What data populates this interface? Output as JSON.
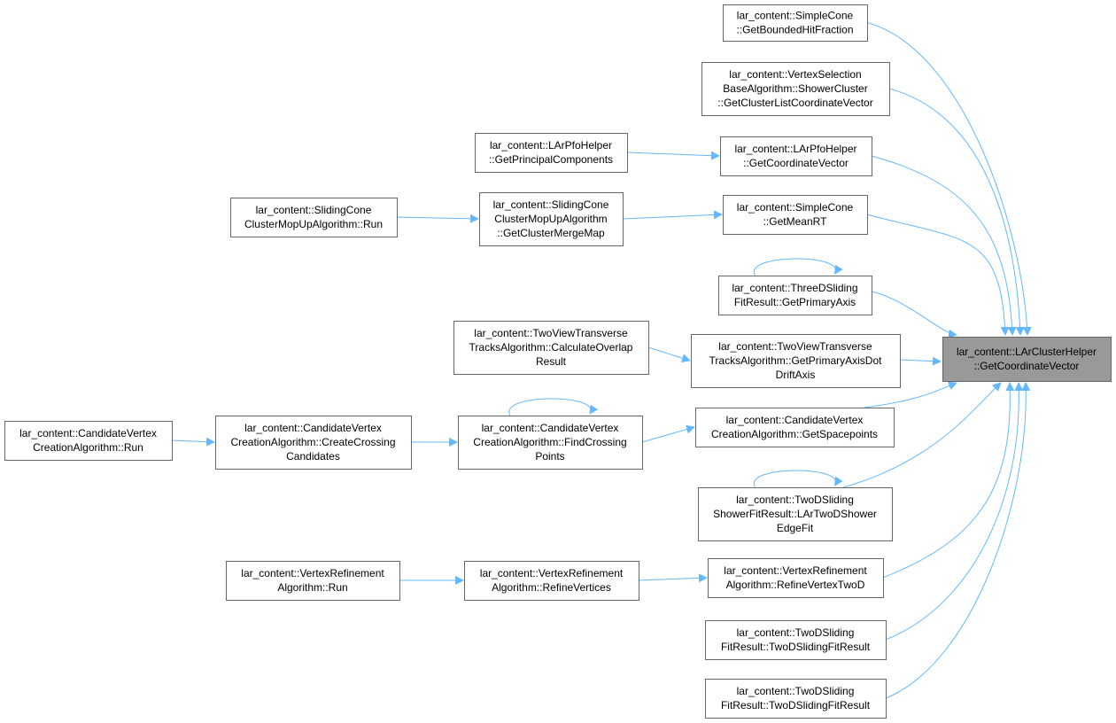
{
  "colors": {
    "edge": "#63b8ff",
    "node_border": "#666666",
    "node_fill": "#ffffff",
    "focus_fill": "#999999"
  },
  "nodes": [
    {
      "id": "target",
      "focus": true,
      "lines": [
        "lar_content::LArClusterHelper",
        "::GetCoordinateVector"
      ]
    },
    {
      "id": "sc_bounded",
      "lines": [
        "lar_content::SimpleCone",
        "::GetBoundedHitFraction"
      ]
    },
    {
      "id": "vs_base",
      "lines": [
        "lar_content::VertexSelection",
        "BaseAlgorithm::ShowerCluster",
        "::GetClusterListCoordinateVector"
      ]
    },
    {
      "id": "pfo_principal",
      "lines": [
        "lar_content::LArPfoHelper",
        "::GetPrincipalComponents"
      ]
    },
    {
      "id": "pfo_coord",
      "lines": [
        "lar_content::LArPfoHelper",
        "::GetCoordinateVector"
      ]
    },
    {
      "id": "slide_run",
      "lines": [
        "lar_content::SlidingCone",
        "ClusterMopUpAlgorithm::Run"
      ]
    },
    {
      "id": "slide_merge",
      "lines": [
        "lar_content::SlidingCone",
        "ClusterMopUpAlgorithm",
        "::GetClusterMergeMap"
      ]
    },
    {
      "id": "sc_meanrt",
      "lines": [
        "lar_content::SimpleCone",
        "::GetMeanRT"
      ]
    },
    {
      "id": "three_d",
      "lines": [
        "lar_content::ThreeDSliding",
        "FitResult::GetPrimaryAxis"
      ]
    },
    {
      "id": "twoview_calc",
      "lines": [
        "lar_content::TwoViewTransverse",
        "TracksAlgorithm::CalculateOverlap",
        "Result"
      ]
    },
    {
      "id": "twoview_dot",
      "lines": [
        "lar_content::TwoViewTransverse",
        "TracksAlgorithm::GetPrimaryAxisDot",
        "DriftAxis"
      ]
    },
    {
      "id": "cand_run",
      "lines": [
        "lar_content::CandidateVertex",
        "CreationAlgorithm::Run"
      ]
    },
    {
      "id": "cand_create",
      "lines": [
        "lar_content::CandidateVertex",
        "CreationAlgorithm::CreateCrossing",
        "Candidates"
      ]
    },
    {
      "id": "cand_find",
      "lines": [
        "lar_content::CandidateVertex",
        "CreationAlgorithm::FindCrossing",
        "Points"
      ]
    },
    {
      "id": "cand_space",
      "lines": [
        "lar_content::CandidateVertex",
        "CreationAlgorithm::GetSpacepoints"
      ]
    },
    {
      "id": "twod_shower",
      "lines": [
        "lar_content::TwoDSliding",
        "ShowerFitResult::LArTwoDShower",
        "EdgeFit"
      ]
    },
    {
      "id": "vref_run",
      "lines": [
        "lar_content::VertexRefinement",
        "Algorithm::Run"
      ]
    },
    {
      "id": "vref_refine",
      "lines": [
        "lar_content::VertexRefinement",
        "Algorithm::RefineVertices"
      ]
    },
    {
      "id": "vref_twod",
      "lines": [
        "lar_content::VertexRefinement",
        "Algorithm::RefineVertexTwoD"
      ]
    },
    {
      "id": "twod_fit1",
      "lines": [
        "lar_content::TwoDSliding",
        "FitResult::TwoDSlidingFitResult"
      ]
    },
    {
      "id": "twod_fit2",
      "lines": [
        "lar_content::TwoDSliding",
        "FitResult::TwoDSlidingFitResult"
      ]
    }
  ],
  "edges": [
    {
      "from": "sc_bounded",
      "to": "target"
    },
    {
      "from": "vs_base",
      "to": "target"
    },
    {
      "from": "pfo_principal",
      "to": "pfo_coord"
    },
    {
      "from": "pfo_coord",
      "to": "target"
    },
    {
      "from": "slide_run",
      "to": "slide_merge"
    },
    {
      "from": "slide_merge",
      "to": "sc_meanrt"
    },
    {
      "from": "sc_meanrt",
      "to": "target"
    },
    {
      "from": "three_d",
      "to": "three_d"
    },
    {
      "from": "three_d",
      "to": "target"
    },
    {
      "from": "twoview_calc",
      "to": "twoview_dot"
    },
    {
      "from": "twoview_dot",
      "to": "target"
    },
    {
      "from": "cand_run",
      "to": "cand_create"
    },
    {
      "from": "cand_create",
      "to": "cand_find"
    },
    {
      "from": "cand_find",
      "to": "cand_find"
    },
    {
      "from": "cand_find",
      "to": "cand_space"
    },
    {
      "from": "cand_space",
      "to": "target"
    },
    {
      "from": "twod_shower",
      "to": "twod_shower"
    },
    {
      "from": "twod_shower",
      "to": "target"
    },
    {
      "from": "vref_run",
      "to": "vref_refine"
    },
    {
      "from": "vref_refine",
      "to": "vref_twod"
    },
    {
      "from": "vref_twod",
      "to": "target"
    },
    {
      "from": "twod_fit1",
      "to": "target"
    },
    {
      "from": "twod_fit2",
      "to": "target"
    }
  ]
}
